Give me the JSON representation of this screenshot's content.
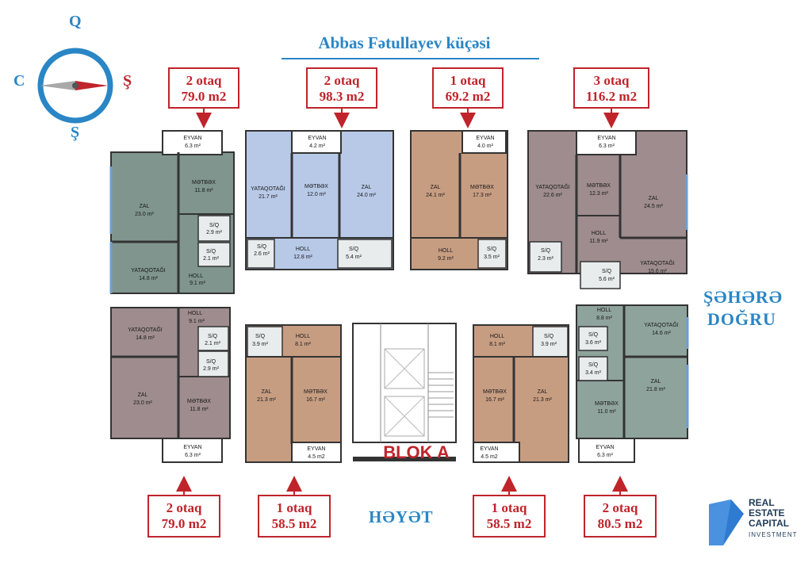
{
  "street": "Abbas Fətullayev küçəsi",
  "compass": {
    "north": "Q",
    "south": "Ş",
    "west": "C",
    "east": "Ş"
  },
  "side_labels": {
    "city_line1": "ŞƏHƏRƏ",
    "city_line2": "DOĞRU",
    "yard": "HƏYƏT",
    "block": "BLOK A"
  },
  "callouts": {
    "top_1": {
      "rooms": "2 otaq",
      "area": "79.0 m2"
    },
    "top_2": {
      "rooms": "2 otaq",
      "area": "98.3 m2"
    },
    "top_3": {
      "rooms": "1 otaq",
      "area": "69.2 m2"
    },
    "top_4": {
      "rooms": "3 otaq",
      "area": "116.2 m2"
    },
    "bottom_1": {
      "rooms": "2 otaq",
      "area": "79.0 m2"
    },
    "bottom_2": {
      "rooms": "1 otaq",
      "area": "58.5 m2"
    },
    "bottom_3": {
      "rooms": "1 otaq",
      "area": "58.5 m2"
    },
    "bottom_4": {
      "rooms": "2 otaq",
      "area": "80.5 m2"
    }
  },
  "rooms": {
    "a1_eyvan": {
      "name": "EYVAN",
      "area": "6.3 m²"
    },
    "a1_metbex": {
      "name": "MƏTBƏX",
      "area": "11.8 m²"
    },
    "a1_zal": {
      "name": "ZAL",
      "area": "23.0 m²"
    },
    "a1_sq1": {
      "name": "S/Q",
      "area": "2.9 m²"
    },
    "a1_sq2": {
      "name": "S/Q",
      "area": "2.1 m²"
    },
    "a1_yataq": {
      "name": "YATAQOTAĞI",
      "area": "14.8 m²"
    },
    "a1_holl": {
      "name": "HOLL",
      "area": "9.1 m²"
    },
    "a2_eyvan": {
      "name": "EYVAN",
      "area": "4.2 m²"
    },
    "a2_yataq": {
      "name": "YATAQOTAĞI",
      "area": "21.7 m²"
    },
    "a2_metbex": {
      "name": "MƏTBƏX",
      "area": "12.0 m²"
    },
    "a2_zal": {
      "name": "ZAL",
      "area": "24.0 m²"
    },
    "a2_sq1": {
      "name": "S/Q",
      "area": "2.6 m²"
    },
    "a2_holl": {
      "name": "HOLL",
      "area": "12.8 m²"
    },
    "a2_sq2": {
      "name": "S/Q",
      "area": "5.4 m²"
    },
    "a3_eyvan": {
      "name": "EYVAN",
      "area": "4.0 m²"
    },
    "a3_zal": {
      "name": "ZAL",
      "area": "24.1 m²"
    },
    "a3_metbex": {
      "name": "MƏTBƏX",
      "area": "17.3 m²"
    },
    "a3_holl": {
      "name": "HOLL",
      "area": "9.2 m²"
    },
    "a3_sq": {
      "name": "S/Q",
      "area": "3.5 m²"
    },
    "a4_eyvan": {
      "name": "EYVAN",
      "area": "6.3 m²"
    },
    "a4_yataq1": {
      "name": "YATAQOTAĞI",
      "area": "22.6 m²"
    },
    "a4_metbex": {
      "name": "MƏTBƏX",
      "area": "12.3 m²"
    },
    "a4_zal": {
      "name": "ZAL",
      "area": "24.5 m²"
    },
    "a4_holl": {
      "name": "HOLL",
      "area": "11.9 m²"
    },
    "a4_sq1": {
      "name": "S/Q",
      "area": "2.3 m²"
    },
    "a4_sq2": {
      "name": "S/Q",
      "area": "5.6 m²"
    },
    "a4_yataq2": {
      "name": "YATAQOTAĞI",
      "area": "15.6 m²"
    },
    "b1_yataq": {
      "name": "YATAQOTAĞI",
      "area": "14.8 m²"
    },
    "b1_holl": {
      "name": "HOLL",
      "area": "9.1 m²"
    },
    "b1_sq1": {
      "name": "S/Q",
      "area": "2.1 m²"
    },
    "b1_sq2": {
      "name": "S/Q",
      "area": "2.9 m²"
    },
    "b1_zal": {
      "name": "ZAL",
      "area": "23.0 m²"
    },
    "b1_metbex": {
      "name": "MƏTBƏX",
      "area": "11.8 m²"
    },
    "b1_eyvan": {
      "name": "EYVAN",
      "area": "6.3 m²"
    },
    "b2_sq": {
      "name": "S/Q",
      "area": "3.9 m²"
    },
    "b2_holl": {
      "name": "HOLL",
      "area": "8.1 m²"
    },
    "b2_zal": {
      "name": "ZAL",
      "area": "21.3 m²"
    },
    "b2_metbex": {
      "name": "MƏTBƏX",
      "area": "16.7 m²"
    },
    "b2_eyvan": {
      "name": "EYVAN",
      "area": "4.5 m2"
    },
    "b3_holl": {
      "name": "HOLL",
      "area": "8.1 m²"
    },
    "b3_sq": {
      "name": "S/Q",
      "area": "3.9 m²"
    },
    "b3_metbex": {
      "name": "MƏTBƏX",
      "area": "16.7 m²"
    },
    "b3_zal": {
      "name": "ZAL",
      "area": "21.3 m²"
    },
    "b3_eyvan": {
      "name": "EYVAN",
      "area": "4.5 m2"
    },
    "b4_holl": {
      "name": "HOLL",
      "area": "8.8 m²"
    },
    "b4_yataq": {
      "name": "YATAQOTAĞI",
      "area": "14.6 m²"
    },
    "b4_sq1": {
      "name": "S/Q",
      "area": "3.6 m²"
    },
    "b4_sq2": {
      "name": "S/Q",
      "area": "3.4 m²"
    },
    "b4_zal": {
      "name": "ZAL",
      "area": "21.8 m²"
    },
    "b4_metbex": {
      "name": "MƏTBƏX",
      "area": "11.0 m²"
    },
    "b4_eyvan": {
      "name": "EYVAN",
      "area": "6.3 m²"
    }
  },
  "logo": {
    "line1": "REAL",
    "line2": "ESTATE",
    "line3": "CAPITAL",
    "line4": "INVESTMENT"
  },
  "colors": {
    "accent_red": "#c0242b",
    "accent_blue": "#2a86c5",
    "green_unit": "#7f958e",
    "blue_unit": "#b8c9e8",
    "brown_unit": "#c79d82",
    "mauve_unit": "#9e8c8e",
    "gray_unit": "#8fa39d"
  }
}
